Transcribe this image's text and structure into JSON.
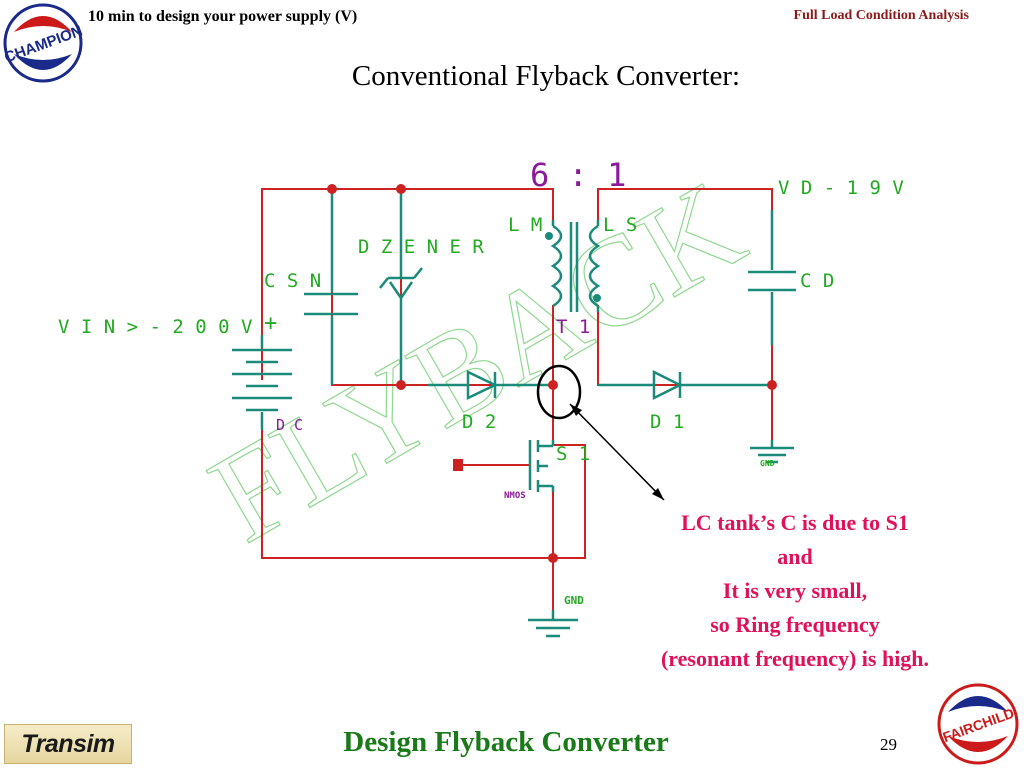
{
  "header": {
    "left_title": "10 min to design your power supply (V)",
    "right_title": "Full Load Condition Analysis"
  },
  "slide_title": "Conventional Flyback Converter:",
  "footer": {
    "title": "Design Flyback Converter",
    "page_number": "29",
    "brand_left": "Transim",
    "logo_top_left": "CHAMPION",
    "logo_bottom_right": "FAIRCHILD"
  },
  "watermark": "FLYBACK",
  "circuit": {
    "ratio": "6 : 1",
    "vd_label": "V D - 1 9 V",
    "lm_label": "L M",
    "ls_label": "L S",
    "t1_label": "T 1",
    "dzener_label": "D Z E N E R",
    "csn_label": "C S N",
    "cd_label": "C D",
    "vin_label": "V I N > - 2 0 0 V",
    "plus_sign": "+",
    "dc_label": "D C",
    "d2_label": "D 2",
    "d1_label": "D 1",
    "s1_label": "S 1",
    "nmos_label": "NMOS",
    "gnd_label_right": "GND",
    "gnd_label_bottom": "GND"
  },
  "note_lines": [
    "LC tank’s C is due to S1",
    "and",
    "It is very small,",
    "so Ring frequency",
    "(resonant frequency) is high."
  ],
  "colors": {
    "wire": "#cc2222",
    "component": "#1a8a7a",
    "label_green": "#22aa22",
    "label_purple": "#8a1a9a",
    "note": "#e0105a",
    "footer": "#1a7a1a"
  }
}
